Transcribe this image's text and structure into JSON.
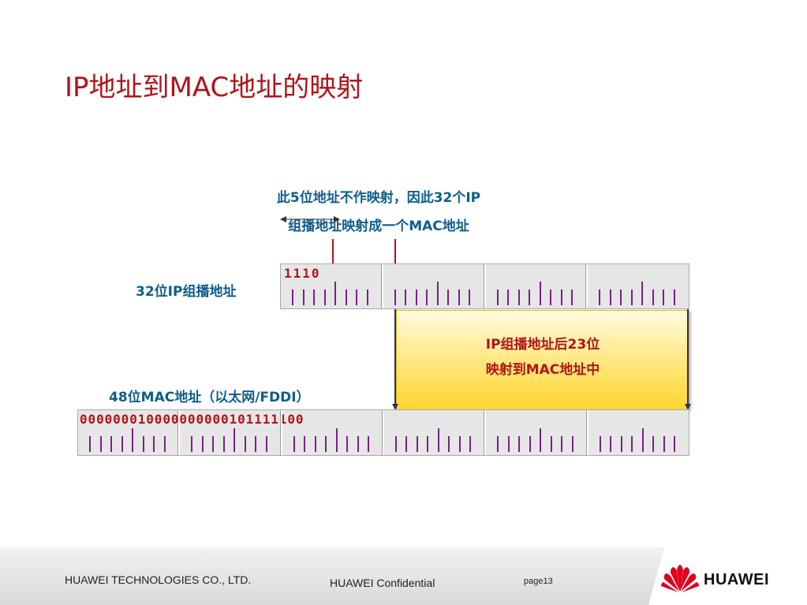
{
  "slide": {
    "title": "IP地址到MAC地址的映射"
  },
  "notes": {
    "top_line1": "此5位地址不作映射，因此32个IP",
    "top_line2": "组播地址映射成一个MAC地址"
  },
  "ip_register": {
    "label": "32位IP组播地址",
    "bits": "1110"
  },
  "mac_register": {
    "label": "48位MAC地址（以太网/FDDI）",
    "bits": "000000010000000000101111100"
  },
  "mapping_box": {
    "line1": "IP组播地址后23位",
    "line2": "映射到MAC地址中"
  },
  "footer": {
    "company": "HUAWEI TECHNOLOGIES CO., LTD.",
    "confidential": "HUAWEI Confidential",
    "page": "page13",
    "logo_text": "HUAWEI"
  },
  "colors": {
    "title": "#b0141b",
    "label_blue": "#0e5d8c",
    "tick_purple": "#7b1f8a",
    "map_box_yellow": "#ffe67a"
  }
}
